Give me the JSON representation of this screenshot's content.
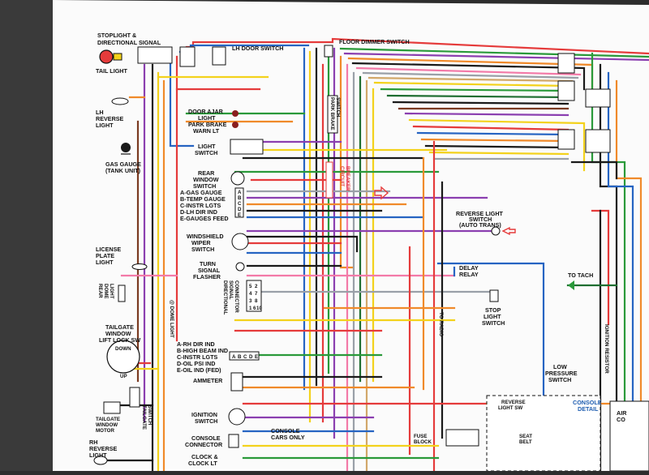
{
  "labels": {
    "stoplight": [
      "STOPLIGHT &",
      "DIRECTIONAL SIGNAL"
    ],
    "tail_light": "TAIL LIGHT",
    "lh_reverse_light": [
      "LH",
      "REVERSE",
      "LIGHT"
    ],
    "gas_gauge": [
      "GAS GAUGE",
      "(TANK UNIT)"
    ],
    "license_plate_light": [
      "LICENSE",
      "PLATE",
      "LIGHT"
    ],
    "rear_dome_light": [
      "REAR",
      "DOME",
      "LIGHT"
    ],
    "dome_light": "@ DOME LIGHT",
    "tailgate_lock_sw": [
      "TAILGATE",
      "WINDOW",
      "LIFT LOCK SW"
    ],
    "down": "DOWN",
    "up": "UP",
    "tailgate_switch": [
      "TAILGATE",
      "SWITCH"
    ],
    "tailgate_motor": [
      "TAILGATE",
      "WINDOW",
      "MOTOR"
    ],
    "rh_reverse_light": [
      "RH",
      "REVERSE",
      "LIGHT"
    ],
    "lh_door_switch": "LH DOOR SWITCH",
    "floor_dimmer_switch": "FLOOR DIMMER SWITCH",
    "door_ajar_light": [
      "DOOR AJAR",
      "LIGHT"
    ],
    "park_brake_warn": [
      "PARK BRAKE",
      "WARN LT"
    ],
    "park_brake_switch": [
      "PARK BRAKE",
      "SWITCH"
    ],
    "light_switch": [
      "LIGHT",
      "SWITCH"
    ],
    "rear_window_switch": [
      "REAR",
      "WINDOW",
      "SWITCH"
    ],
    "circuit_breaker": [
      "CIRCUIT",
      "BREAKER"
    ],
    "gauge_list": [
      "A-GAS GAUGE",
      "B-TEMP GAUGE",
      "C-INSTR LGTS",
      "D-LH DIR IND",
      "E-GAUGES FEED"
    ],
    "gauge_letters": [
      "A",
      "B",
      "C",
      "D",
      "E"
    ],
    "windshield_wiper": [
      "WINDSHIELD",
      "WIPER",
      "SWITCH"
    ],
    "turn_signal_flasher": [
      "TURN",
      "SIGNAL",
      "FLASHER"
    ],
    "directional_signal_connector": [
      "DIRECTIONAL",
      "SIGNAL",
      "CONNECTOR"
    ],
    "connector_pins": [
      "5",
      "2",
      "4",
      "7",
      "3",
      "8",
      "1",
      "6",
      "10"
    ],
    "reverse_light_switch": [
      "REVERSE LIGHT",
      "SWITCH",
      "(AUTO TRANS)"
    ],
    "delay_relay": [
      "DELAY",
      "RELAY"
    ],
    "stop_light_switch": [
      "STOP",
      "LIGHT",
      "SWITCH"
    ],
    "to_radio": "TO RADIO",
    "to_tach": "TO TACH",
    "ignition_resistor": "IGNITION RESISTOR",
    "ind_list": [
      "A-RH DIR IND",
      "B-HIGH BEAM IND",
      "C-INSTR LGTS",
      "D-OIL PSI IND",
      "E-OIL IND (FED)"
    ],
    "ind_letters": [
      "A",
      "B",
      "C",
      "D",
      "E"
    ],
    "ammeter": "AMMETER",
    "low_pressure_switch": [
      "LOW",
      "PRESSURE",
      "SWITCH"
    ],
    "ignition_switch": [
      "IGNITION",
      "SWITCH"
    ],
    "console_cars_only": [
      "CONSOLE",
      "CARS ONLY"
    ],
    "console_connector": [
      "CONSOLE",
      "CONNECTOR"
    ],
    "clock_lt": [
      "CLOCK &",
      "CLOCK LT"
    ],
    "console_detail": [
      "CONSOLE",
      "DETAIL"
    ],
    "fuse_block": [
      "FUSE",
      "BLOCK"
    ],
    "reverse_detail": [
      "REVERSE",
      "LIGHT SW"
    ],
    "seat_belt": [
      "SEAT",
      "BELT"
    ],
    "right_edge": [
      "AIR",
      "CO"
    ]
  },
  "colors": {
    "paper": "#fbfbfb",
    "red": "#e53b3b",
    "orange": "#f08a2a",
    "yellow": "#f3d21c",
    "green": "#2a9a3a",
    "dkgreen": "#1f6e31",
    "blue": "#2664c2",
    "purple": "#8b3fb0",
    "pink": "#f37aa8",
    "brown": "#7b3b22",
    "black": "#1a1a1a",
    "gray": "#9aa0a8",
    "tan": "#d2a86a"
  }
}
